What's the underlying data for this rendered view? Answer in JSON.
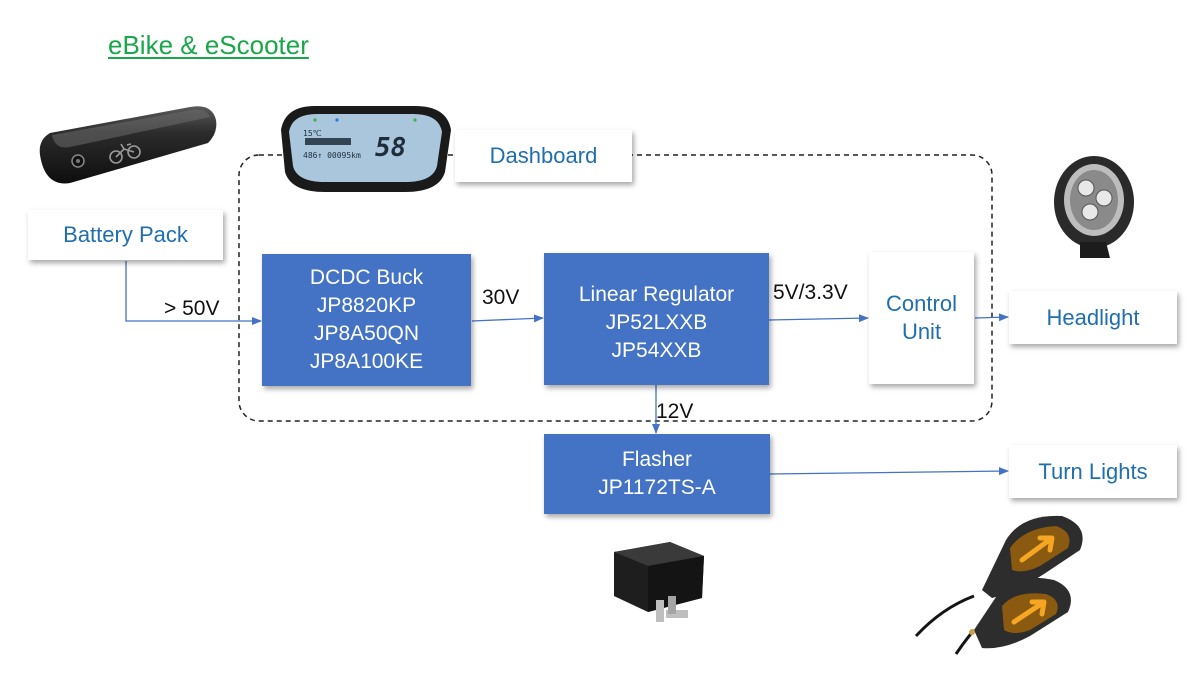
{
  "title": "eBike & eScooter",
  "boxes": {
    "battery": "Battery Pack",
    "dashboard": "Dashboard",
    "dcdc": {
      "line1": "DCDC Buck",
      "line2": "JP8820KP",
      "line3": "JP8A50QN",
      "line4": "JP8A100KE"
    },
    "linear": {
      "line1": "Linear Regulator",
      "line2": "JP52LXXB",
      "line3": "JP54XXB"
    },
    "control": {
      "line1": "Control",
      "line2": "Unit"
    },
    "headlight": "Headlight",
    "flasher": {
      "line1": "Flasher",
      "line2": "JP1172TS-A"
    },
    "turn_lights": "Turn Lights"
  },
  "voltages": {
    "battery_out": "> 50V",
    "buck_out": "30V",
    "ldo_out": "5V/3.3V",
    "flasher_in": "12V"
  },
  "colors": {
    "title": "#1aa64a",
    "block_fill": "#4472c4",
    "label_blue": "#1f6eb0",
    "wire": "#4472c4"
  },
  "pictures": [
    "battery-pack-photo",
    "dashboard-display-photo",
    "headlight-photo",
    "flasher-relay-photo",
    "turn-lights-photo"
  ]
}
